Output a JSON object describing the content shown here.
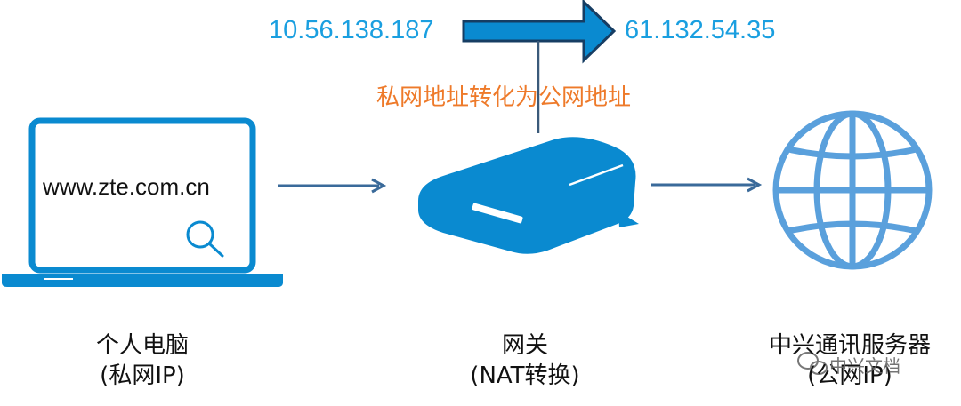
{
  "top": {
    "private_ip": "10.56.138.187",
    "public_ip": "61.132.54.35",
    "note": "私网地址转化为公网地址"
  },
  "laptop": {
    "url_text": "www.zte.com.cn"
  },
  "labels": {
    "pc": {
      "line1": "个人电脑",
      "line2": "(私网IP)"
    },
    "gateway": {
      "line1": "网关",
      "line2": "(NAT转换)"
    },
    "server": {
      "line1": "中兴通讯服务器",
      "line2": "(公网IP)"
    }
  },
  "watermark": "中兴文档",
  "colors": {
    "blue": "#0a8ad0",
    "ip_text": "#1a9fe0",
    "globe": "#5aa0dc",
    "arrow": "#3a6a9a",
    "note": "#ee7a2a"
  },
  "icons": [
    "laptop-icon",
    "search-icon",
    "router-icon",
    "globe-icon",
    "wechat-icon"
  ]
}
